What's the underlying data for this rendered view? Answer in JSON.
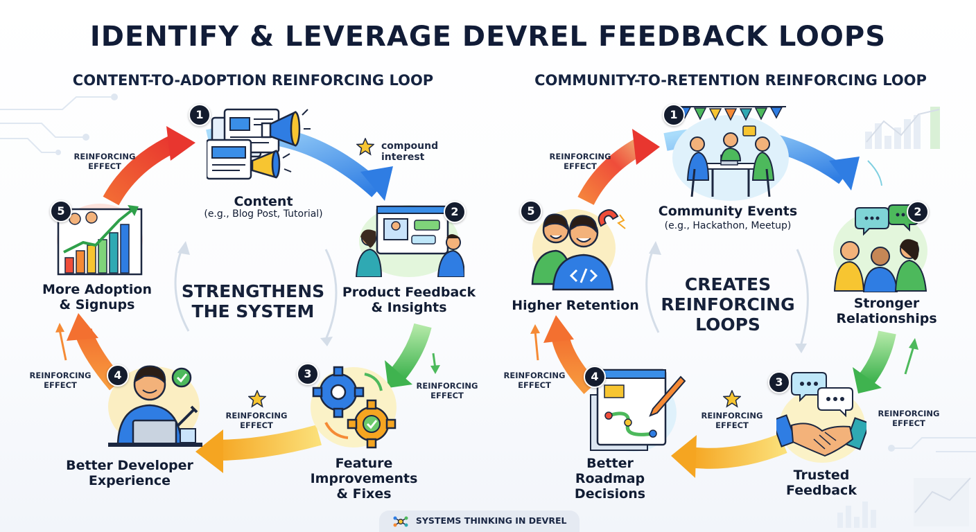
{
  "title": "IDENTIFY & LEVERAGE DEVREL FEEDBACK LOOPS",
  "colors": {
    "navy": "#111c37",
    "blue": "#2f7de3",
    "green": "#5fc462",
    "yellow": "#f7c531",
    "orange": "#f58a35",
    "red": "#ef4d3a"
  },
  "left_loop": {
    "title": "CONTENT-TO-ADOPTION REINFORCING LOOP",
    "center_text": "STRENGTHENS\nTHE SYSTEM",
    "nodes": [
      {
        "number": "1",
        "label": "Content",
        "sublabel": "(e.g., Blog Post, Tutorial)",
        "icon": "content-megaphone-icon"
      },
      {
        "number": "2",
        "label": "Product Feedback\n& Insights",
        "icon": "video-call-feedback-icon"
      },
      {
        "number": "3",
        "label": "Feature\nImprovements\n& Fixes",
        "icon": "gears-icon"
      },
      {
        "number": "4",
        "label": "Better Developer\nExperience",
        "icon": "developer-laptop-icon"
      },
      {
        "number": "5",
        "label": "More Adoption\n& Signups",
        "icon": "growth-chart-icon"
      }
    ],
    "annotations": {
      "compound": "compound\ninterest",
      "effect_top_left": "REINFORCING\nEFFECT",
      "effect_right": "REINFORCING\nEFFECT",
      "effect_bottom": "REINFORCING\nEFFECT",
      "effect_left": "REINFORCING\nEFFECT"
    }
  },
  "right_loop": {
    "title": "COMMUNITY-TO-RETENTION REINFORCING LOOP",
    "center_text": "CREATES\nREINFORCING\nLOOPS",
    "nodes": [
      {
        "number": "1",
        "label": "Community Events",
        "sublabel": "(e.g., Hackathon, Meetup)",
        "icon": "community-event-icon"
      },
      {
        "number": "2",
        "label": "Stronger\nRelationships",
        "icon": "people-chat-icon"
      },
      {
        "number": "3",
        "label": "Trusted\nFeedback",
        "icon": "handshake-icon"
      },
      {
        "number": "4",
        "label": "Better\nRoadmap\nDecisions",
        "icon": "roadmap-icon"
      },
      {
        "number": "5",
        "label": "Higher Retention",
        "icon": "happy-developers-icon"
      }
    ],
    "annotations": {
      "effect_top_left": "REINFORCING\nEFFECT",
      "effect_right": "REINFORCING\nEFFECT",
      "effect_bottom": "REINFORCING\nEFFECT",
      "effect_left": "REINFORCING\nEFFECT"
    }
  },
  "footer": {
    "label": "SYSTEMS THINKING IN DEVREL",
    "icon": "network-icon"
  }
}
